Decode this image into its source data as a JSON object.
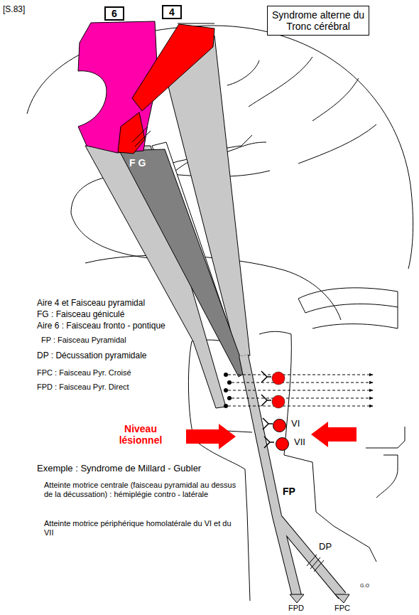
{
  "diagram": {
    "nodes": [
      {
        "text": [
          "Syndrome alterne du Tronc cérébral"
        ]
      },
      {
        "text": [
          "6"
        ]
      },
      {
        "text": [
          "4"
        ]
      },
      {
        "text": [
          "VI"
        ]
      },
      {
        "text": [
          "VII"
        ]
      }
    ],
    "labels": [
      "[S.83]",
      "F G",
      "Aire 4 et Faisceau pyramidal",
      "FG : Faisceau géniculé",
      "Aire 6 : Faisceau fronto - pontique",
      "FP : Faisceau Pyramidal",
      "DP : Décussation pyramidale",
      "FPC : Faisceau Pyr. Croisé",
      "FPD : Faisceau Pyr. Direct",
      "Niveau lésionnel",
      "Exemple : Syndrome de Millard - Gubler",
      "Atteinte motrice centrale (faisceau pyramidal au dessus de la décussation) : hémiplégie contro - latérale",
      "Atteinte motrice périphérique homolatérale du VI et du VII",
      "FP",
      "DP",
      "FPD",
      "FPC",
      "G.O"
    ]
  }
}
